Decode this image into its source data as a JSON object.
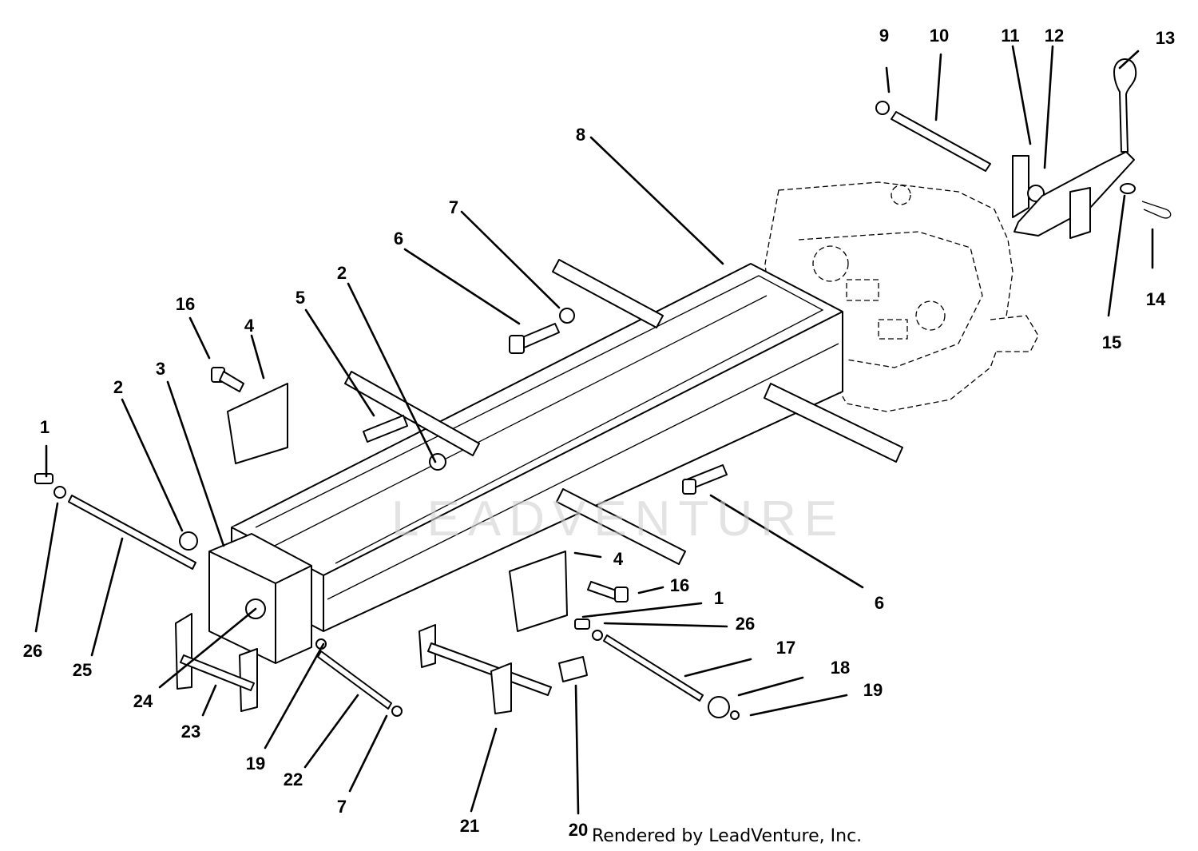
{
  "diagram": {
    "callouts": [
      {
        "id": "c-9",
        "label": "9"
      },
      {
        "id": "c-10",
        "label": "10"
      },
      {
        "id": "c-11",
        "label": "11"
      },
      {
        "id": "c-12",
        "label": "12"
      },
      {
        "id": "c-13",
        "label": "13"
      },
      {
        "id": "c-8",
        "label": "8"
      },
      {
        "id": "c-7a",
        "label": "7"
      },
      {
        "id": "c-6a",
        "label": "6"
      },
      {
        "id": "c-2a",
        "label": "2"
      },
      {
        "id": "c-5",
        "label": "5"
      },
      {
        "id": "c-16a",
        "label": "16"
      },
      {
        "id": "c-4a",
        "label": "4"
      },
      {
        "id": "c-3",
        "label": "3"
      },
      {
        "id": "c-2b",
        "label": "2"
      },
      {
        "id": "c-1a",
        "label": "1"
      },
      {
        "id": "c-14",
        "label": "14"
      },
      {
        "id": "c-15",
        "label": "15"
      },
      {
        "id": "c-6b",
        "label": "6"
      },
      {
        "id": "c-4b",
        "label": "4"
      },
      {
        "id": "c-16b",
        "label": "16"
      },
      {
        "id": "c-1b",
        "label": "1"
      },
      {
        "id": "c-26b",
        "label": "26"
      },
      {
        "id": "c-17",
        "label": "17"
      },
      {
        "id": "c-18",
        "label": "18"
      },
      {
        "id": "c-19b",
        "label": "19"
      },
      {
        "id": "c-26a",
        "label": "26"
      },
      {
        "id": "c-25",
        "label": "25"
      },
      {
        "id": "c-24",
        "label": "24"
      },
      {
        "id": "c-23",
        "label": "23"
      },
      {
        "id": "c-19a",
        "label": "19"
      },
      {
        "id": "c-22",
        "label": "22"
      },
      {
        "id": "c-7b",
        "label": "7"
      },
      {
        "id": "c-21",
        "label": "21"
      },
      {
        "id": "c-20",
        "label": "20"
      }
    ],
    "watermark": "LEADVENTURE",
    "credit": "Rendered by LeadVenture, Inc."
  }
}
